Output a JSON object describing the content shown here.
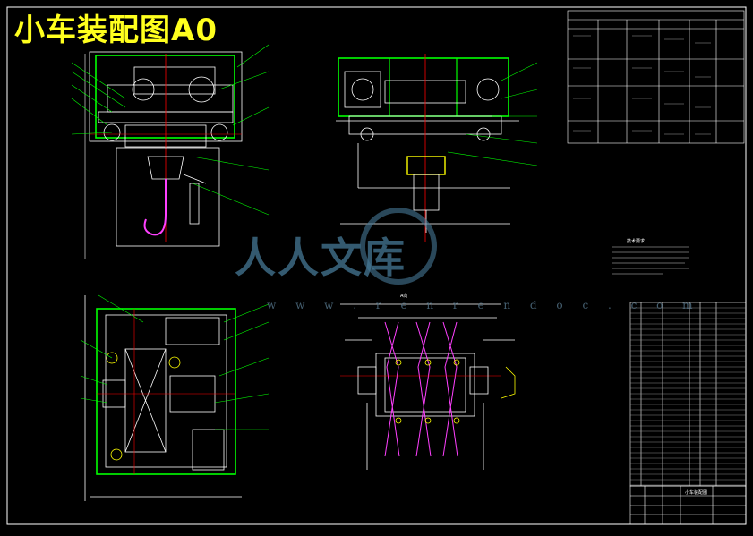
{
  "drawing": {
    "title": "小车装配图A0",
    "watermark_text": "人人文库",
    "watermark_url": "w w w . r e n r e n d o c . c o m",
    "tech_notes_title": "技术要求",
    "section_label": "A向",
    "title_block_name": "小车装配图"
  },
  "colors": {
    "background": "#000000",
    "lines": "#ffffff",
    "frame": "#00ff00",
    "centerline": "#ff0000",
    "title": "#ffff1e",
    "hook": "#ff40ff",
    "motor": "#ffff00",
    "watermark": "#4a7a98"
  }
}
